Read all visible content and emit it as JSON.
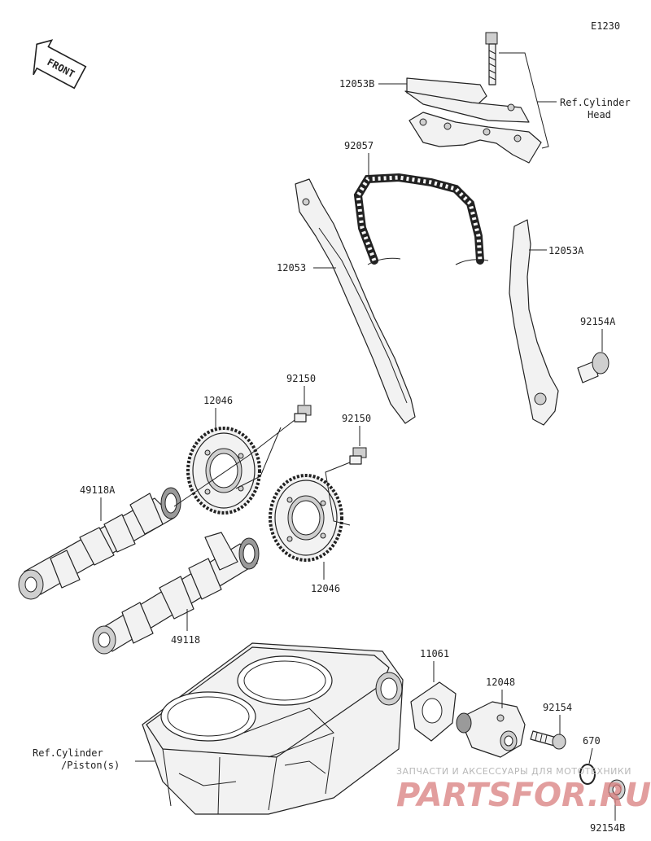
{
  "diagram_code": "E1230",
  "front_label": "FRONT",
  "labels": {
    "p12053B": "12053B",
    "ref_head_1": "Ref.Cylinder",
    "ref_head_2": "Head",
    "p92057": "92057",
    "p12053": "12053",
    "p12053A": "12053A",
    "p92154A": "92154A",
    "p92150_a": "92150",
    "p12046_a": "12046",
    "p92150_b": "92150",
    "p49118A": "49118A",
    "p12046_b": "12046",
    "p49118": "49118",
    "p11061": "11061",
    "p12048": "12048",
    "p92154": "92154",
    "p670": "670",
    "p92154B": "92154B",
    "ref_piston_1": "Ref.Cylinder",
    "ref_piston_2": "/Piston(s)"
  },
  "watermark": {
    "tagline": "ЗАПЧАСТИ И АКСЕССУАРЫ ДЛЯ МОТОТЕХНИКИ",
    "brand": "PARTSFOR.RU"
  }
}
